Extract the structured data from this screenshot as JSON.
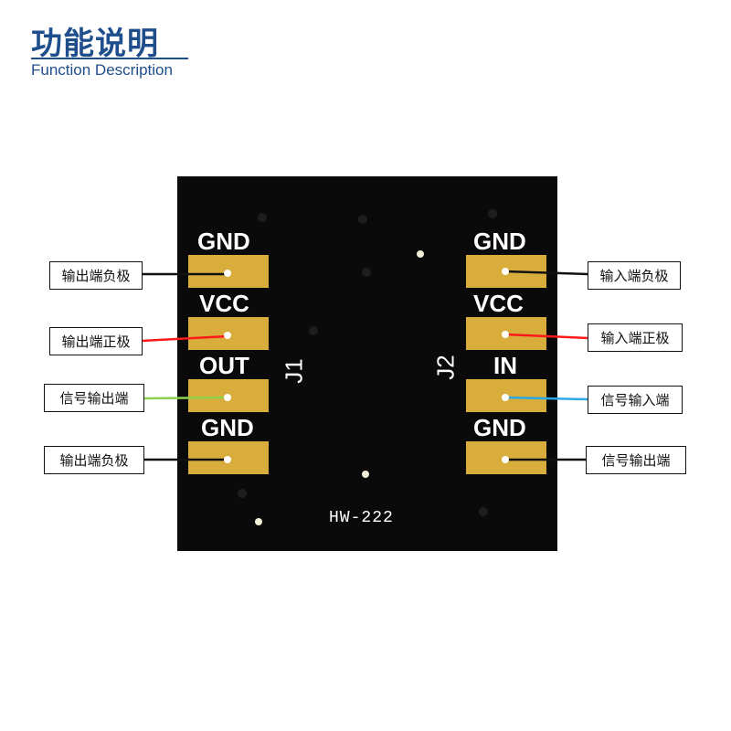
{
  "header": {
    "title": "功能说明",
    "subtitle": "Function Description"
  },
  "board": {
    "model": "HW-222",
    "j1": {
      "ref": "J1",
      "pins": [
        "GND",
        "VCC",
        "OUT",
        "GND"
      ]
    },
    "j2": {
      "ref": "J2",
      "pins": [
        "GND",
        "VCC",
        "IN",
        "GND"
      ]
    }
  },
  "callouts": {
    "left": [
      "输出端负极",
      "输出端正极",
      "信号输出端",
      "输出端负极"
    ],
    "right": [
      "输入端负极",
      "输入端正极",
      "信号输入端",
      "信号输出端"
    ]
  },
  "colors": {
    "ground": "#111111",
    "power": "#ff1a1a",
    "out_signal": "#8cd04c",
    "in_signal": "#2aa8e8",
    "pad": "#d9ad3c"
  }
}
